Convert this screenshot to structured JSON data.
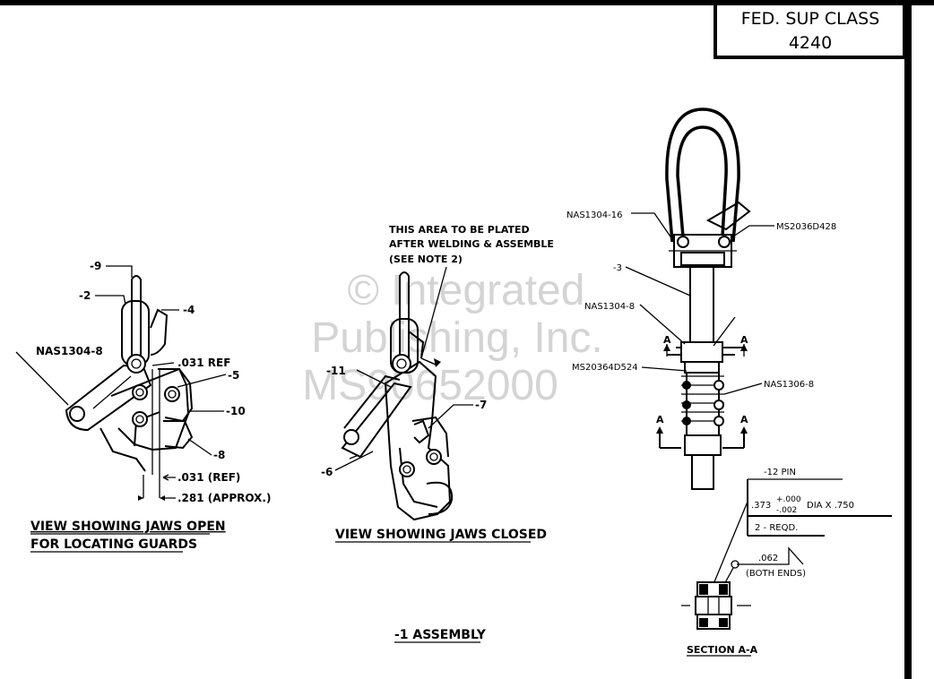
{
  "title_block": {
    "line1": "FED. SUP CLASS",
    "line2": "4240"
  },
  "watermark": {
    "line1": "© Integrated",
    "line2": "Publishing, Inc.",
    "line3": "MS90652000"
  },
  "view_open": {
    "labels": {
      "part_9": "-9",
      "part_2": "-2",
      "part_4": "-4",
      "nas1304_8": "NAS1304-8",
      "ref_031": ".031 REF",
      "part_5": "-5",
      "part_10": "-10",
      "part_8": "-8",
      "dim_031_ref": ".031 (REF)",
      "dim_281_approx": ".281 (APPROX.)"
    },
    "caption_line1": "VIEW SHOWING JAWS OPEN",
    "caption_line2": "FOR LOCATING GUARDS"
  },
  "view_closed": {
    "note_line1": "THIS AREA TO BE PLATED",
    "note_line2": "AFTER WELDING & ASSEMBLE",
    "note_line3": "(SEE NOTE 2)",
    "labels": {
      "part_11": "-11",
      "part_7": "-7",
      "part_6": "-6"
    },
    "caption": "VIEW SHOWING JAWS CLOSED"
  },
  "assembly_label": "-1 ASSEMBLY",
  "side_view": {
    "labels": {
      "nas1304_16": "NAS1304-16",
      "ms20364d428": "MS2036D428",
      "part_3": "-3",
      "nas1304_8": "NAS1304-8",
      "ms20364d524": "MS20364D524",
      "nas1306_8": "NAS1306-8",
      "section_a": "A"
    }
  },
  "section_aa": {
    "pin_label": "-12  PIN",
    "dia_base": ".373",
    "tol_plus": "+.000",
    "tol_minus": "-.002",
    "dia_suffix": "DIA  X .750",
    "reqd": "2 - REQD.",
    "weld_size": ".062",
    "weld_note": "(BOTH ENDS)",
    "caption": "SECTION  A-A"
  }
}
